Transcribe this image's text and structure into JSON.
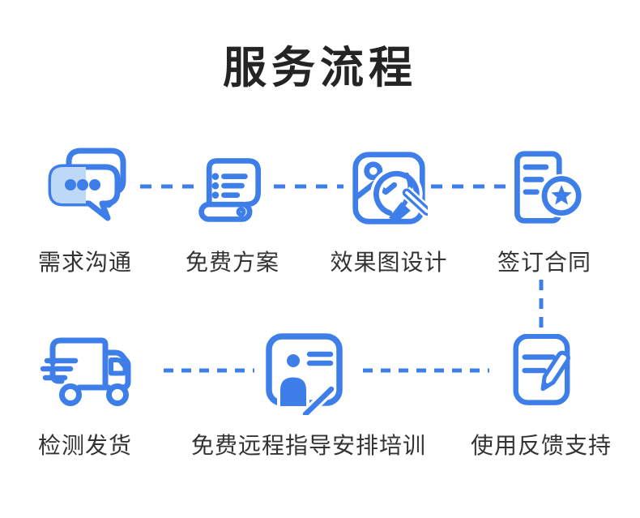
{
  "title": "服务流程",
  "colors": {
    "primary": "#3E7EE9",
    "light_fill": "#BED9F8",
    "label_text": "#333333",
    "title_text": "#242424",
    "background": "#FFFFFF"
  },
  "flow": {
    "connector_style": "dashed",
    "steps": [
      {
        "label": "需求沟通",
        "icon": "chat-bubbles-icon"
      },
      {
        "label": "免费方案",
        "icon": "scroll-plan-icon"
      },
      {
        "label": "效果图设计",
        "icon": "image-paintbrush-icon"
      },
      {
        "label": "签订合同",
        "icon": "contract-star-icon"
      },
      {
        "label": "检测发货",
        "icon": "delivery-truck-icon"
      },
      {
        "label": "免费远程指导安排培训",
        "icon": "remote-training-icon"
      },
      {
        "label": "使用反馈支持",
        "icon": "feedback-pencil-icon"
      }
    ]
  }
}
